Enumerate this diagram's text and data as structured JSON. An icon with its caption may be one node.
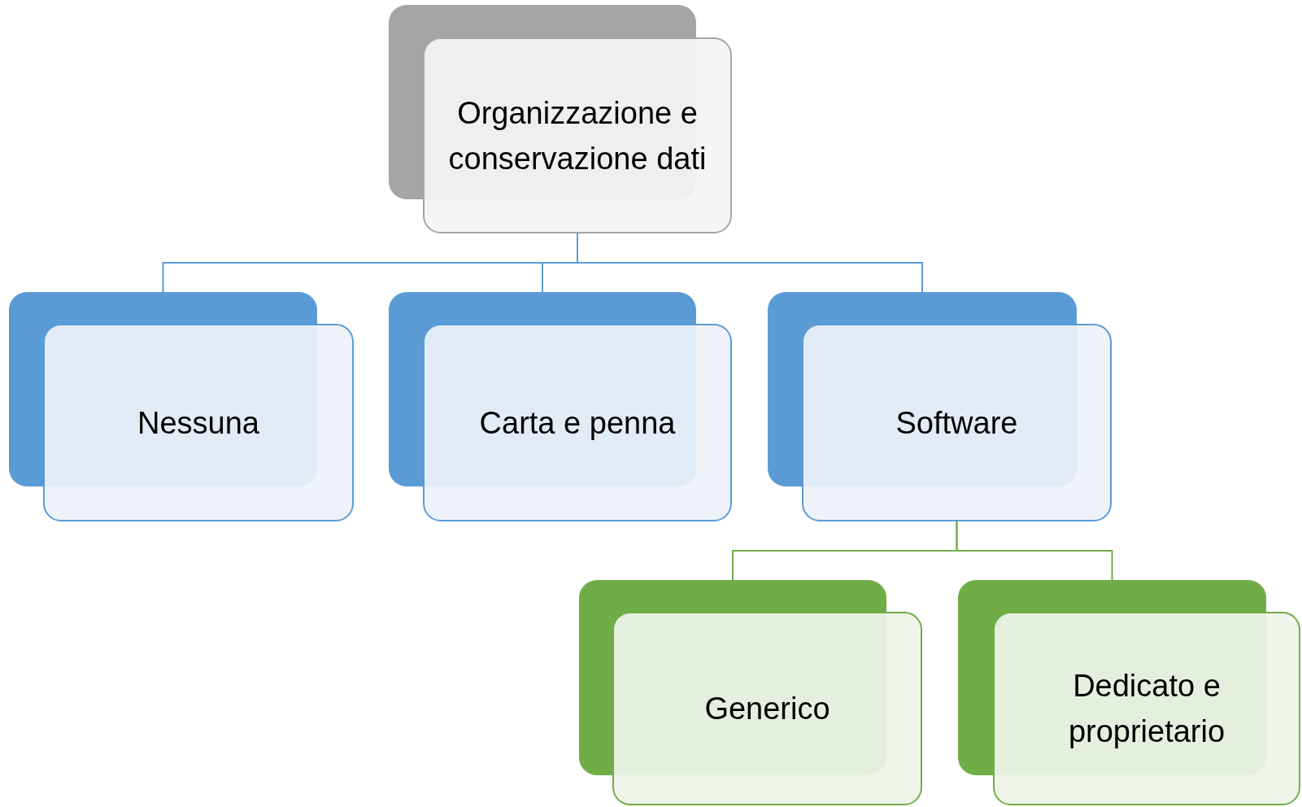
{
  "diagram": {
    "nodes": [
      {
        "text": [
          "Organizzazione e conservazione dati"
        ]
      },
      {
        "text": [
          "Nessuna"
        ]
      },
      {
        "text": [
          "Carta e penna"
        ]
      },
      {
        "text": [
          "Software"
        ]
      },
      {
        "text": [
          "Generico"
        ]
      },
      {
        "text": [
          "Dedicato e proprietario"
        ]
      }
    ],
    "edges": [
      {
        "from": 0,
        "to": 1,
        "arrow": "none"
      },
      {
        "from": 0,
        "to": 2,
        "arrow": "none"
      },
      {
        "from": 0,
        "to": 3,
        "arrow": "none"
      },
      {
        "from": 3,
        "to": 4,
        "arrow": "none",
        "color": "#70ad47"
      },
      {
        "from": 3,
        "to": 5,
        "arrow": "none",
        "color": "#70ad47"
      }
    ]
  }
}
